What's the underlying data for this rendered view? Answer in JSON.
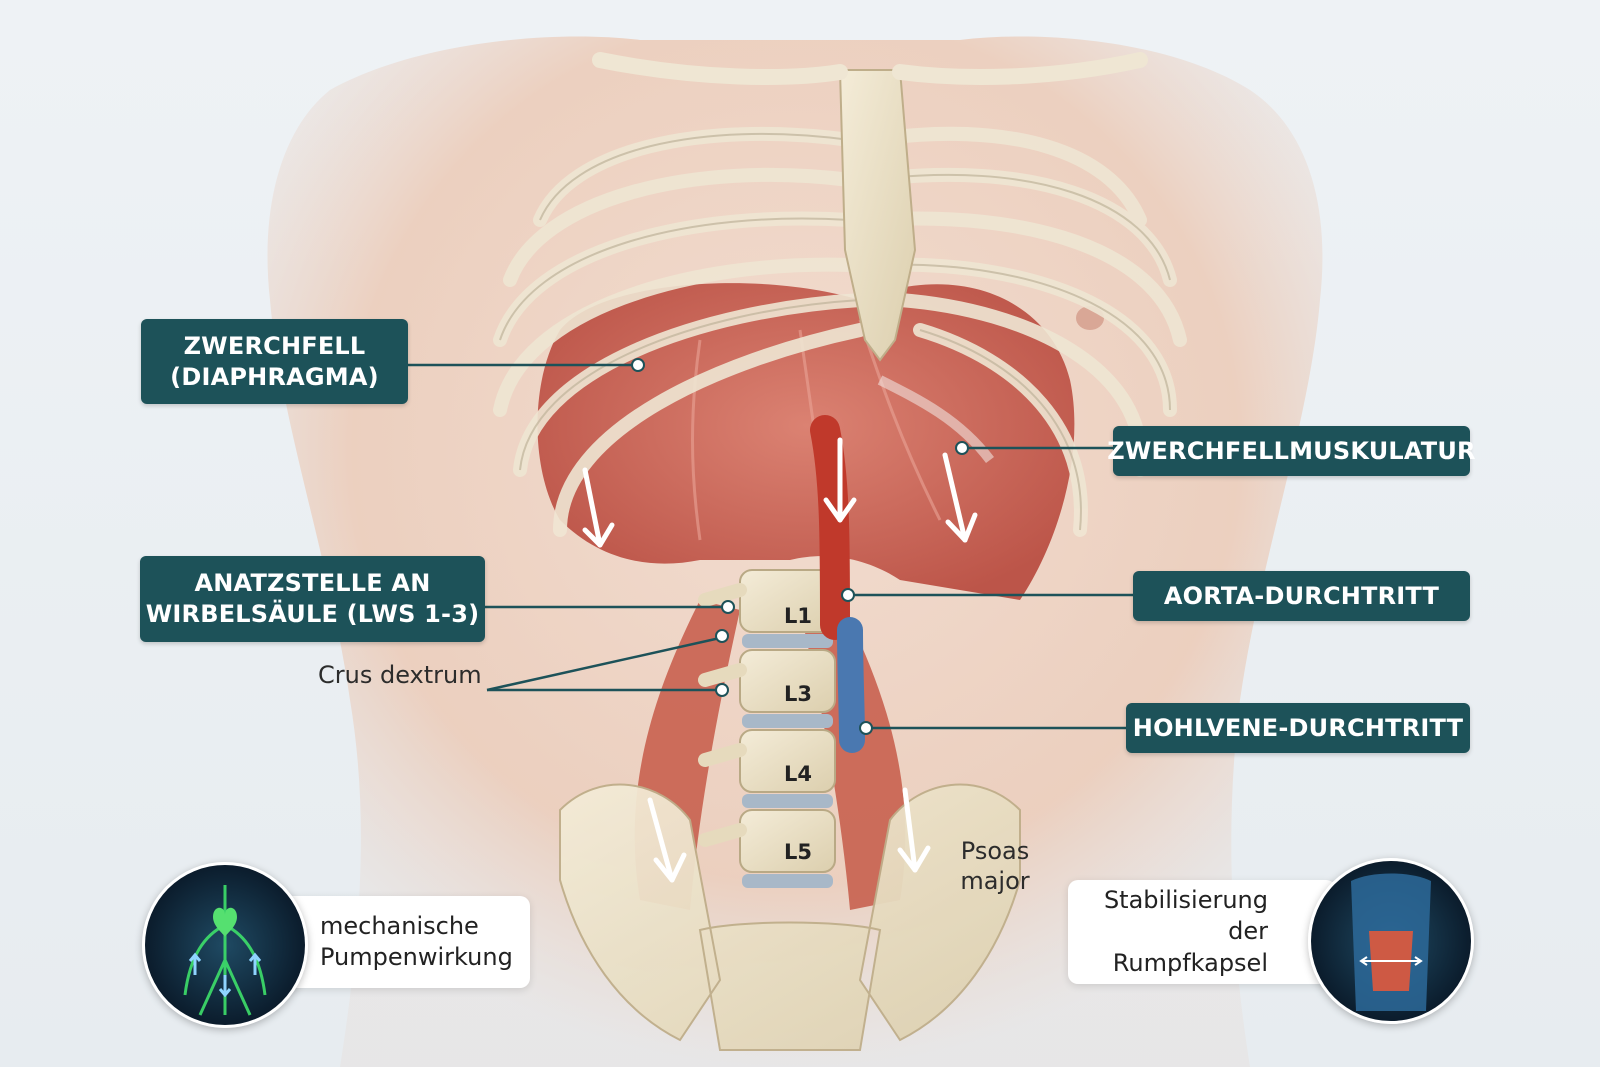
{
  "labels": {
    "zwerchfell_line1": "ZWERCHFELL",
    "zwerchfell_line2": "(DIAPHRAGMA)",
    "muskulatur": "ZWERCHFELLMUSKULATUR",
    "anatzstelle_line1": "ANATZSTELLE AN",
    "anatzstelle_line2": "WIRBELSÄULE (LWS 1-3)",
    "aorta": "AORTA-DURCHTRITT",
    "hohlvene": "HOHLVENE-DURCHTRITT"
  },
  "annotations": {
    "crus": "Crus dextrum",
    "psoas_line1": "Psoas",
    "psoas_line2": "major"
  },
  "vertebrae": [
    "L1",
    "L3",
    "L4",
    "L5"
  ],
  "cards": {
    "left_line1": "mechanische",
    "left_line2": "Pumpenwirkung",
    "right_line1": "Stabilisierung der",
    "right_line2": "Rumpfkapsel"
  },
  "colors": {
    "label_bg": "#1d5259",
    "label_text": "#ffffff",
    "muscle": "#c9574b",
    "bone": "#eadfc6",
    "aorta": "#c0392b",
    "vena_cava": "#4a78b0"
  },
  "icons": {
    "left_badge": "circulation-icon",
    "right_badge": "core-torso-icon"
  }
}
